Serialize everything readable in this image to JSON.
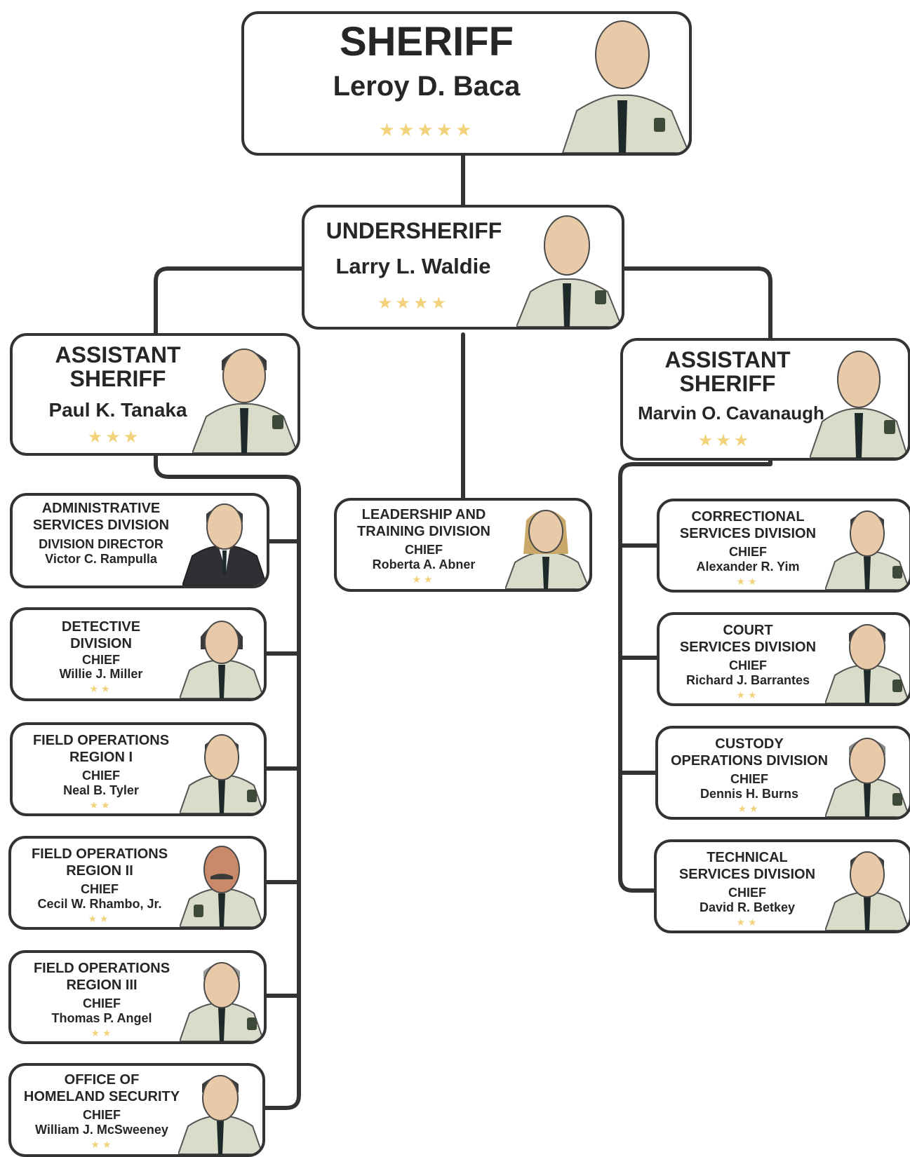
{
  "sheriff": {
    "title": "SHERIFF",
    "name": "Leroy D. Baca",
    "stars": "★★★★★"
  },
  "undersheriff": {
    "title": "UNDERSHERIFF",
    "name": "Larry L. Waldie",
    "stars": "★★★★"
  },
  "assistants": [
    {
      "title_line1": "ASSISTANT",
      "title_line2": "SHERIFF",
      "name": "Paul K. Tanaka",
      "stars": "★★★"
    },
    {
      "title_line1": "ASSISTANT",
      "title_line2": "SHERIFF",
      "name": "Marvin O. Cavanaugh",
      "stars": "★★★"
    }
  ],
  "center_division": {
    "line1": "LEADERSHIP AND",
    "line2": "TRAINING DIVISION",
    "role": "CHIEF",
    "name": "Roberta A. Abner",
    "stars": "★★"
  },
  "left_divisions": [
    {
      "line1": "ADMINISTRATIVE",
      "line2": "SERVICES DIVISION",
      "role": "DIVISION DIRECTOR",
      "name": "Victor C. Rampulla",
      "stars": ""
    },
    {
      "line1": "DETECTIVE",
      "line2": "DIVISION",
      "role": "CHIEF",
      "name": "Willie J. Miller",
      "stars": "★★"
    },
    {
      "line1": "FIELD OPERATIONS",
      "line2": "REGION I",
      "role": "CHIEF",
      "name": "Neal B. Tyler",
      "stars": "★★"
    },
    {
      "line1": "FIELD OPERATIONS",
      "line2": "REGION II",
      "role": "CHIEF",
      "name": "Cecil W. Rhambo, Jr.",
      "stars": "★★"
    },
    {
      "line1": "FIELD OPERATIONS",
      "line2": "REGION III",
      "role": "CHIEF",
      "name": "Thomas P. Angel",
      "stars": "★★"
    },
    {
      "line1": "OFFICE OF",
      "line2": "HOMELAND SECURITY",
      "role": "CHIEF",
      "name": "William J. McSweeney",
      "stars": "★★"
    }
  ],
  "right_divisions": [
    {
      "line1": "CORRECTIONAL",
      "line2": "SERVICES DIVISION",
      "role": "CHIEF",
      "name": "Alexander R. Yim",
      "stars": "★★"
    },
    {
      "line1": "COURT",
      "line2": "SERVICES DIVISION",
      "role": "CHIEF",
      "name": "Richard J. Barrantes",
      "stars": "★★"
    },
    {
      "line1": "CUSTODY",
      "line2": "OPERATIONS DIVISION",
      "role": "CHIEF",
      "name": "Dennis H. Burns",
      "stars": "★★"
    },
    {
      "line1": "TECHNICAL",
      "line2": "SERVICES DIVISION",
      "role": "CHIEF",
      "name": "David R. Betkey",
      "stars": "★★"
    }
  ]
}
